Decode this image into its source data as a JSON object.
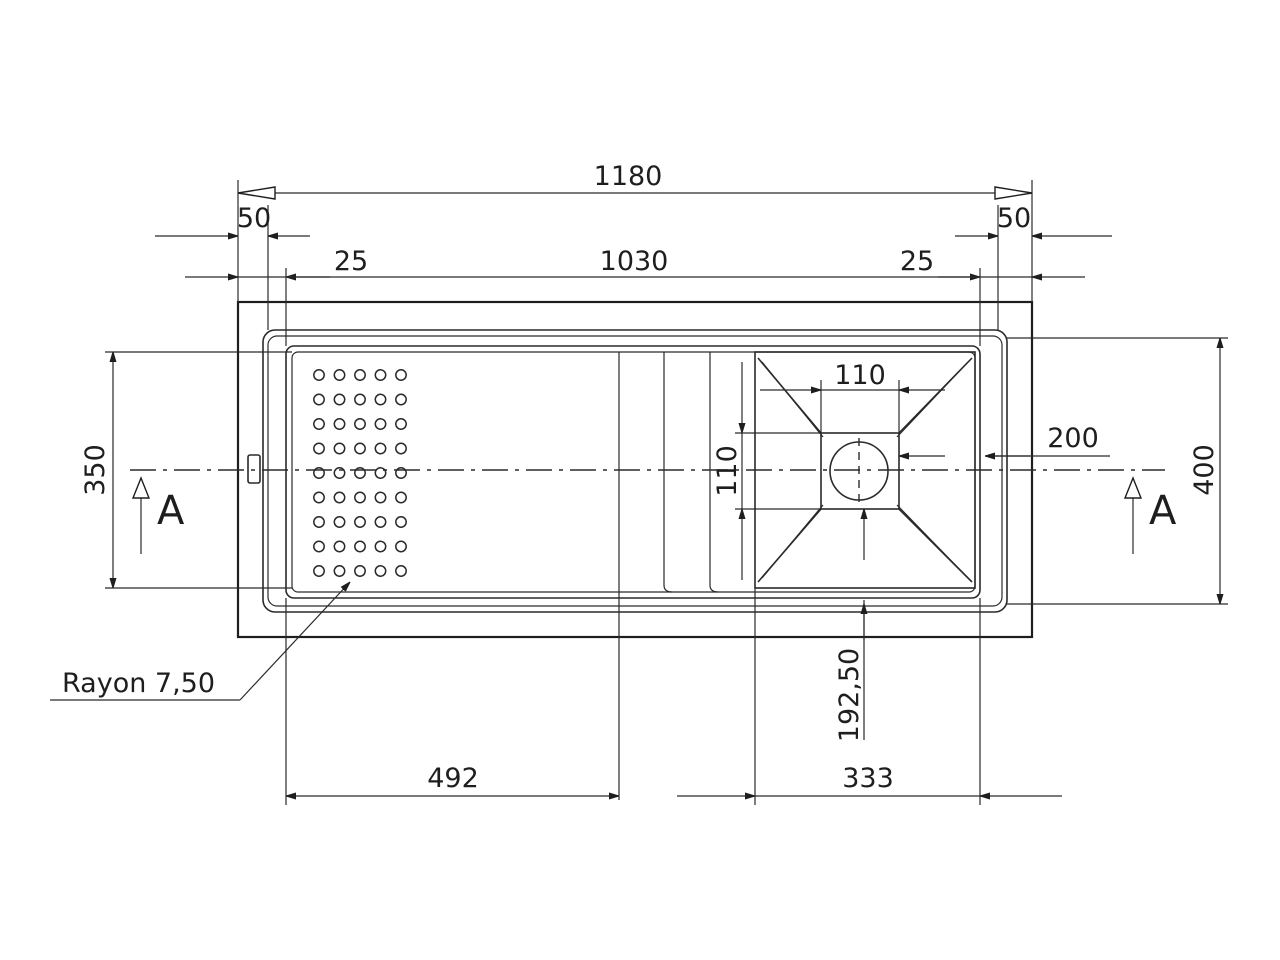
{
  "dimensions": {
    "overall_length": "1180",
    "left_edge": "50",
    "right_edge": "50",
    "left_rim": "25",
    "inner_length": "1030",
    "right_rim": "25",
    "drain_square_width": "110",
    "drain_square_height": "110",
    "drain_offset_right": "200",
    "inner_depth": "350",
    "overall_depth": "400",
    "drain_offset_front": "192,50",
    "drainer_length": "492",
    "bowl_length": "333"
  },
  "labels": {
    "section_left": "A",
    "section_right": "A",
    "radius_callout": "Rayon 7,50"
  },
  "drainer_holes": {
    "rows": 9,
    "columns": 5
  }
}
